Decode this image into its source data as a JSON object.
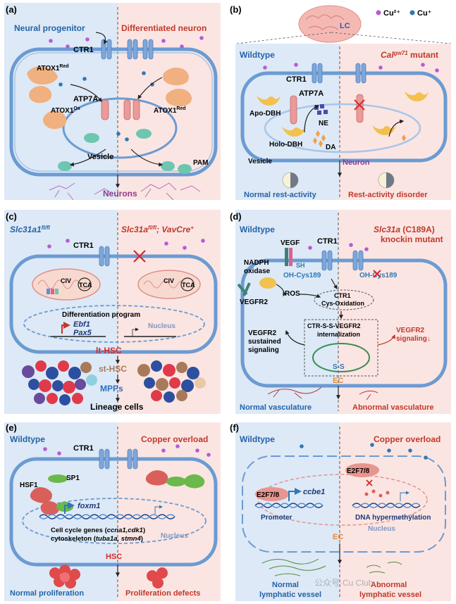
{
  "legend": {
    "cu2": "Cu²⁺",
    "cu1": "Cu⁺"
  },
  "colors": {
    "blue_bg": "#dde9f6",
    "pink_bg": "#fbe5e2",
    "membrane": "#6b9bd2",
    "cu2_dot": "#b65bd6",
    "cu1_dot": "#2f78b6",
    "ctr1": "#7ea6d9",
    "atox": "#f1b07f",
    "atp7a": "#e99a99",
    "vesicle": "#6cc6b0",
    "chaperone": "#f2c14e",
    "title_blue": "#2563a8",
    "title_red": "#c0392b",
    "neuron_text": "#8e3b8e",
    "ec_text": "#e58b3a"
  },
  "panels": {
    "a": {
      "tag": "(a)",
      "left_title": "Neural progenitor",
      "right_title": "Differentiated neuron",
      "ctr1": "CTR1",
      "atox1_red": "ATOX1",
      "atox1_red_sup": "Red",
      "atox1_ox": "ATOX1",
      "atox1_ox_sup": "Ox",
      "atox1_red_right": "ATOX1",
      "atox1_red_right_sup": "Red",
      "atp7a": "ATP7A",
      "vesicle": "Vesicle",
      "pam": "PAM",
      "neurons": "Neurons"
    },
    "b": {
      "tag": "(b)",
      "lc": "LC",
      "left_title": "Wildtype",
      "right_title_gene": "Cal",
      "right_title_sup": "gw71",
      "right_title_rest": " mutant",
      "ctr1": "CTR1",
      "atp7a": "ATP7A",
      "apo_dbh": "Apo-DBH",
      "ne": "NE",
      "holo_dbh": "Holo-DBH",
      "da": "DA",
      "vesicle": "Vesicle",
      "neuron": "Neuron",
      "bottom_left": "Normal rest-activity",
      "bottom_right": "Rest-activity disorder"
    },
    "c": {
      "tag": "(c)",
      "left_title": "Slc31a1",
      "left_title_sup": "fl/fl",
      "right_title_a": "Slc31a",
      "right_title_a_sup": "fl/fl",
      "right_title_b": "; VavCre",
      "right_title_b_sup": "+",
      "ctr1": "CTR1",
      "civ": "CIV",
      "tca": "TCA",
      "civ_r": "CIV",
      "tca_r": "TCA",
      "program": "Differentiation program",
      "ebf1": "Ebf1",
      "pax5": "Pax5",
      "nucleus": "Nucleus",
      "lt_hsc": "lt-HSC",
      "st_hsc": "st-HSC",
      "mpps": "MPPs",
      "lineage": "Lineage cells"
    },
    "d": {
      "tag": "(d)",
      "left_title": "Wildtype",
      "right_title_gene": "Slc31a",
      "right_title_rest": " (C189A)",
      "right_title_line2": "knockin mutant",
      "vegf": "VEGF",
      "ctr1": "CTR1",
      "nadph": "NADPH",
      "oxidase": "oxidase",
      "sh": "SH",
      "oh_cys": "OH-Cys189",
      "oh_cys_r": "OH-Cys189",
      "ros": "ROS",
      "vegfr2": "VEGFR2",
      "ctr1_cys_1": "CTR1",
      "ctr1_cys_2": "Cys-Oxidation",
      "internal_1": "CTR-S-S-VEGFR2",
      "internal_2": "internalization",
      "sustained_1": "VEGFR2",
      "sustained_2": "sustained",
      "sustained_3": "signaling",
      "signaling_r_1": "VEGFR2",
      "signaling_r_2": "signaling↓",
      "ss": "S-S",
      "ec": "EC",
      "bottom_left": "Normal vasculature",
      "bottom_right": "Abnormal vasculature"
    },
    "e": {
      "tag": "(e)",
      "left_title": "Wildtype",
      "right_title": "Copper overload",
      "ctr1": "CTR1",
      "hsf1": "HSF1",
      "sp1": "SP1",
      "foxm1": "foxm1",
      "genes_1a": "Cell cycle genes (",
      "genes_1b": "ccna1,cdk1",
      "genes_1c": ")",
      "genes_2a": "cytoskeleton (",
      "genes_2b": "tuba1a, stmn4",
      "genes_2c": ")",
      "nucleus": "Nucleus",
      "hsc": "HSC",
      "bottom_left": "Normal proliferation",
      "bottom_right": "Proliferation defects"
    },
    "f": {
      "tag": "(f)",
      "left_title": "Wildtype",
      "right_title": "Copper overload",
      "e2f": "E2F7/8",
      "e2f_r": "E2F7/8",
      "ccbe1": "ccbe1",
      "promoter": "Promoter",
      "hyper": "DNA hypermethylation",
      "nucleus": "Nucleus",
      "ec": "EC",
      "bottom_left_1": "Normal",
      "bottom_left_2": "lymphatic vessel",
      "bottom_right_1": "Abnormal",
      "bottom_right_2": "lymphatic vessel",
      "watermark": "公众号·Cu Club"
    }
  }
}
